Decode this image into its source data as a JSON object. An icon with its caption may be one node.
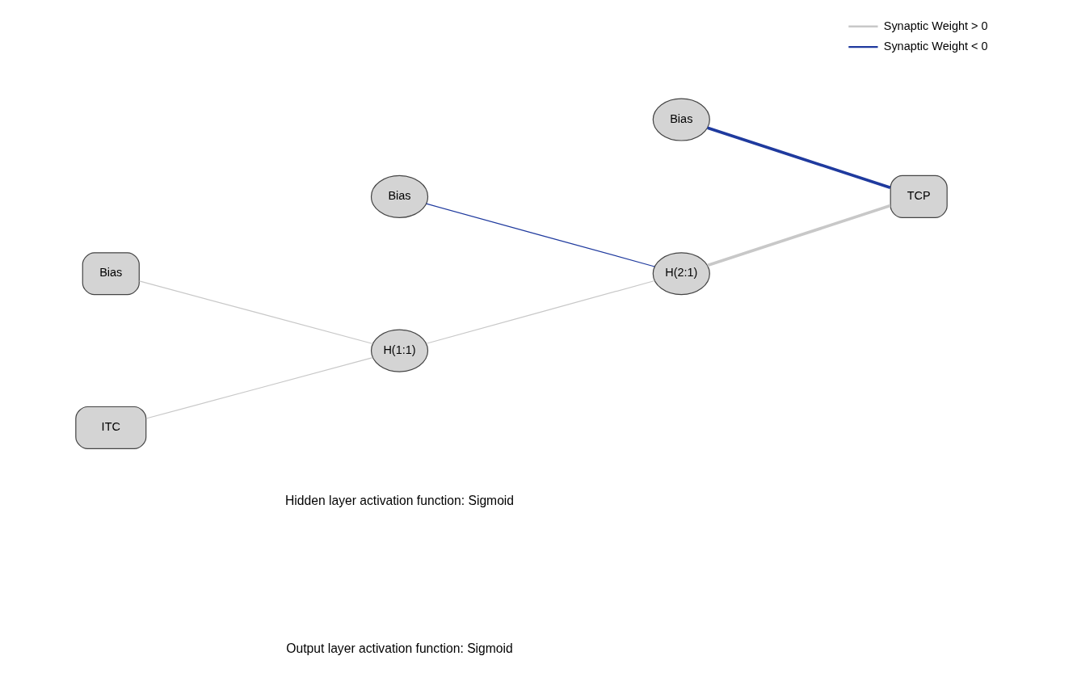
{
  "diagram": {
    "nodes": [
      {
        "text": [
          "Bias"
        ]
      },
      {
        "text": [
          "Bias"
        ]
      },
      {
        "text": [
          "Bias"
        ]
      },
      {
        "text": [
          "ITC"
        ]
      },
      {
        "text": [
          "H(1:1)"
        ]
      },
      {
        "text": [
          "H(2:1)"
        ]
      },
      {
        "text": [
          "TCP"
        ]
      }
    ],
    "edges": [
      {
        "from": 0,
        "to": 4,
        "arrow": "none"
      },
      {
        "from": 1,
        "to": 5,
        "arrow": "none",
        "color": "#1f3a9e"
      },
      {
        "from": 2,
        "to": 6,
        "arrow": "none",
        "style": "thick",
        "color": "#1f3a9e"
      },
      {
        "from": 3,
        "to": 4,
        "arrow": "none"
      },
      {
        "from": 4,
        "to": 5,
        "arrow": "none"
      },
      {
        "from": 5,
        "to": 6,
        "arrow": "none",
        "style": "thick"
      }
    ],
    "labels": [
      "Hidden layer activation function: Sigmoid",
      "Output layer activation function: Sigmoid"
    ],
    "legend": [
      {
        "text": "Synaptic Weight > 0",
        "color": "#c8c8c8"
      },
      {
        "text": "Synaptic Weight < 0",
        "color": "#1f3a9e"
      }
    ]
  }
}
